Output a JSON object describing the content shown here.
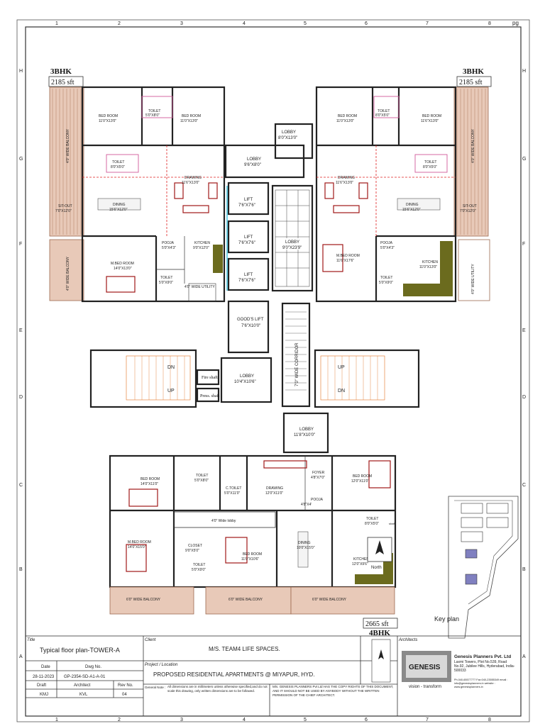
{
  "frame": {
    "grid_cols": [
      "1",
      "2",
      "3",
      "4",
      "5",
      "6",
      "7",
      "8"
    ],
    "grid_rows": [
      "H",
      "G",
      "F",
      "E",
      "D",
      "C",
      "B",
      "A"
    ],
    "corner_mark": "pg"
  },
  "units": {
    "left_top": {
      "type": "3BHK",
      "area": "2185 sft"
    },
    "right_top": {
      "type": "3BHK",
      "area": "2185 sft"
    },
    "bottom": {
      "type": "4BHK",
      "area": "2665 sft"
    }
  },
  "rooms": {
    "bed1": {
      "name": "BED ROOM",
      "size": "11'0\"X13'0\""
    },
    "toilet_a": {
      "name": "TOILET",
      "size": "5'0\"X8'0\""
    },
    "bed2": {
      "name": "BED ROOM",
      "size": "11'0\"X13'0\""
    },
    "balcony_v": "4'0\" WIDE BALCONY",
    "toilet_b": {
      "name": "TOILET",
      "size": "8'0\"X5'0\""
    },
    "drawing": {
      "name": "DRAWING",
      "size": "11'6\"X13'0\""
    },
    "dining": {
      "name": "DINING",
      "size": "15'6\"X12'0\""
    },
    "sitout": {
      "name": "SIT-OUT",
      "size": "7'0\"X12'0\""
    },
    "pooja": {
      "name": "POOJA",
      "size": "5'0\"X4'3\""
    },
    "kitchen": {
      "name": "KITCHEN",
      "size": "9'0\"X12'0\""
    },
    "mbed": {
      "name": "M.BED ROOM",
      "size": "14'0\"X13'0\""
    },
    "toilet_c": {
      "name": "TOILET",
      "size": "5'0\"X9'0\""
    },
    "utility": "4'0\" WIDE UTILITY",
    "lobby_upper": {
      "name": "LOBBY",
      "size": "8'0\"X13'0\""
    },
    "lobby_side": {
      "name": "LOBBY",
      "size": "9'6\"X8'0\""
    },
    "lift": {
      "name": "LIFT",
      "size": "7'6\"X7'6\""
    },
    "lobby_core": {
      "name": "LOBBY",
      "size": "9'0\"X23'9\""
    },
    "goods_lift": {
      "name": "GOOD'S LIFT",
      "size": "7'6\"X10'0\""
    },
    "fire_shaft": "Fire shaft",
    "press_shaft": "Press. shaft",
    "lobby_mid": {
      "name": "LOBBY",
      "size": "10'4\"X10'6\""
    },
    "corridor": "7'0\" WIDE CORRIDOR",
    "dn": "DN",
    "up": "UP",
    "lobby_low": {
      "name": "LOBBY",
      "size": "11'8\"X10'0\""
    },
    "r_bed1": {
      "name": "BED ROOM",
      "size": "11'0\"X13'0\""
    },
    "r_bed2": {
      "name": "BED ROOM",
      "size": "11'6\"X13'0\""
    },
    "r_mbed": {
      "name": "M.BED ROOM",
      "size": "11'6\"X17'6\""
    },
    "r_kitchen": {
      "name": "KITCHEN",
      "size": "11'0\"X13'0\""
    },
    "r_balcony": "4'0\" WIDE BALCONY",
    "r_utility": "4'0\" WIDE UTILITY",
    "b_bed": {
      "name": "BED ROOM",
      "size": "14'0\"X11'0\""
    },
    "b_toilet": {
      "name": "TOILET",
      "size": "5'0\"X8'0\""
    },
    "b_ctoilet": {
      "name": "C.TOILET",
      "size": "5'0\"X11'0\""
    },
    "b_drawing": {
      "name": "DRAWING",
      "size": "12'0\"X11'0\""
    },
    "b_foyer": {
      "name": "FOYER",
      "size": "4'8\"X7'0\""
    },
    "b_pooja": {
      "name": "POOJA",
      "size": "4'8\"X4'"
    },
    "b_bed_r": {
      "name": "BED ROOM",
      "size": "12'0\"X11'0\""
    },
    "b_lobby": "4'0\" Wide lobby",
    "b_toilet_r": {
      "name": "TOILET",
      "size": "8'0\"X5'0\""
    },
    "b_mbed": {
      "name": "M.BED ROOM",
      "size": "14'0\"X15'0\""
    },
    "b_closet": {
      "name": "CLOSET",
      "size": "9'0\"X5'0\""
    },
    "b_toilet2": {
      "name": "TOILET",
      "size": "5'0\"X9'0\""
    },
    "b_bed_mid": {
      "name": "BED ROOM",
      "size": "11'0\"X10'6\""
    },
    "b_dining": {
      "name": "DINING",
      "size": "10'0\"X15'0\""
    },
    "b_kitchen": {
      "name": "KITCHEN",
      "size": "12'0\"X9'6\""
    },
    "b_bal1": "6'0\" WIDE BALCONY",
    "b_bal2": "6'0\" WIDE BALCONY",
    "b_bal3": "6'0\" WIDE BALCONY",
    "shaft": "shaft",
    "north": "North",
    "key_plan": "Key plan"
  },
  "title_block": {
    "title_label": "Title",
    "title": "Typical floor plan-TOWER-A",
    "client_label": "Client",
    "client": "M/S. TEAM4 LIFE SPACES.",
    "project_label": "Project / Location",
    "project": "PROPOSED RESIDENTIAL APARTMENTS @ MIYAPUR, HYD.",
    "architects_label": "Architects",
    "date_label": "Date",
    "date": "28-11-2023",
    "dwg_label": "Dwg No.",
    "dwg": "GP-2354-SD-A1-A-01",
    "draft_label": "Draft",
    "draft": "KMJ",
    "architect_label": "Architect",
    "architect": "KVL",
    "rev_label": "Rev No.",
    "rev": "04",
    "note_label": "General Note :",
    "note": "All dimensions are in millimeters unless otherwise specified,and do not scale this drawing, only written dimensions are to be followed.",
    "copyright": "M/s. GENESIS PLANNERS Pvt Ltd HAS THE COPY RIGHTS OF THIS DOCUMENT, AND IT SHOULD NOT BE USED BY ANYBODY WITHOUT THE WRITTEN PERMISSION OF THE CHIEF ARCHITECT.",
    "firm": "Genesis Planners Pvt. Ltd",
    "address": "Laxmi Towers, Plot No.539, Road No.92, Jubilee Hills, Hyderabad, India-500033",
    "contact": "Ph.040-65577777 Fax:040-23555349 email : info@genesisplanners.in website : www.genesisplanners.in",
    "logo": "GENESIS",
    "tagline": "vision - transform"
  },
  "colors": {
    "wall": "#222222",
    "balcony": "#e8c9b8",
    "kitchen_counter": "#6b6b1e",
    "lift_cyan": "#18b8d8",
    "furniture": "#a01818",
    "door_pink": "#d05a9a"
  }
}
